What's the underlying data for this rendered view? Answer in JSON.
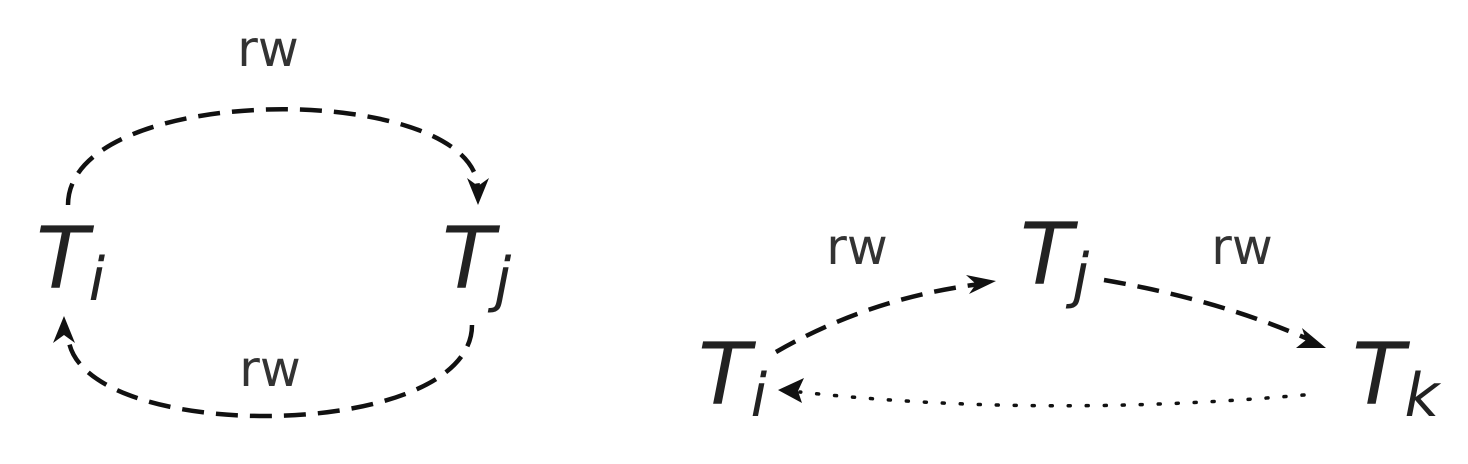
{
  "diagram_left": {
    "nodes": [
      {
        "letter": "T",
        "subscript": "i"
      },
      {
        "letter": "T",
        "subscript": "j"
      }
    ],
    "edges": [
      {
        "from": "Ti",
        "to": "Tj",
        "label": "rw",
        "style": "dashed"
      },
      {
        "from": "Tj",
        "to": "Ti",
        "label": "rw",
        "style": "dashed"
      }
    ]
  },
  "diagram_right": {
    "nodes": [
      {
        "letter": "T",
        "subscript": "i"
      },
      {
        "letter": "T",
        "subscript": "j"
      },
      {
        "letter": "T",
        "subscript": "k"
      }
    ],
    "edges": [
      {
        "from": "Ti",
        "to": "Tj",
        "label": "rw",
        "style": "dashed"
      },
      {
        "from": "Tj",
        "to": "Tk",
        "label": "rw",
        "style": "dashed"
      },
      {
        "from": "Tk",
        "to": "Ti",
        "label": "",
        "style": "dotted"
      }
    ]
  },
  "colors": {
    "edge": "#111111",
    "text": "#222222",
    "background": "#ffffff"
  }
}
